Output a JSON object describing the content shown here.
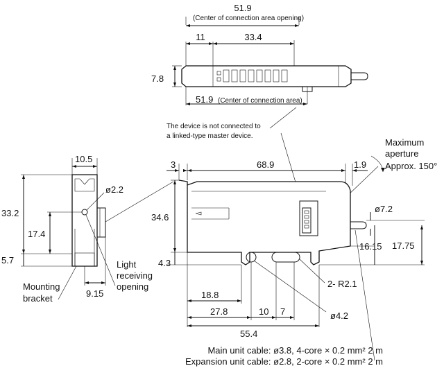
{
  "top": {
    "overall": "51.9",
    "overall_note": "(Center of connection area opening)",
    "dim_a": "11",
    "dim_b": "33.4",
    "height": "7.8",
    "bottom_dim": "51.9",
    "bottom_note": "(Center of connection area)"
  },
  "note": {
    "line1": "The device is not connected to",
    "line2": "a linked-type master device."
  },
  "aperture": {
    "line1": "Maximum",
    "line2": "aperture",
    "line3": "Approx. 150°"
  },
  "side": {
    "width": "10.5",
    "hole": "ø2.2",
    "height_total": "33.2",
    "height_mid": "17.4",
    "height_low": "5.7",
    "offset": "9.15",
    "mounting_line1": "Mounting",
    "mounting_line2": "bracket",
    "light_line1": "Light",
    "light_line2": "receiving",
    "light_line3": "opening"
  },
  "front": {
    "dim_3": "3",
    "dim_len": "68.9",
    "dim_19": "1.9",
    "dim_h": "34.6",
    "dim_43": "4.3",
    "dim_72": "ø7.2",
    "dim_1615": "16.15",
    "dim_1775": "17.75",
    "dim_r21": "2- R2.1",
    "dim_188": "18.8",
    "dim_278": "27.8",
    "dim_10": "10",
    "dim_7": "7",
    "dim_554": "55.4",
    "dim_42": "ø4.2"
  },
  "cables": {
    "main": "Main unit cable: ø3.8, 4-core × 0.2 mm² 2 m",
    "expansion": "Expansion unit cable: ø2.8, 2-core × 0.2 mm² 2 m"
  }
}
